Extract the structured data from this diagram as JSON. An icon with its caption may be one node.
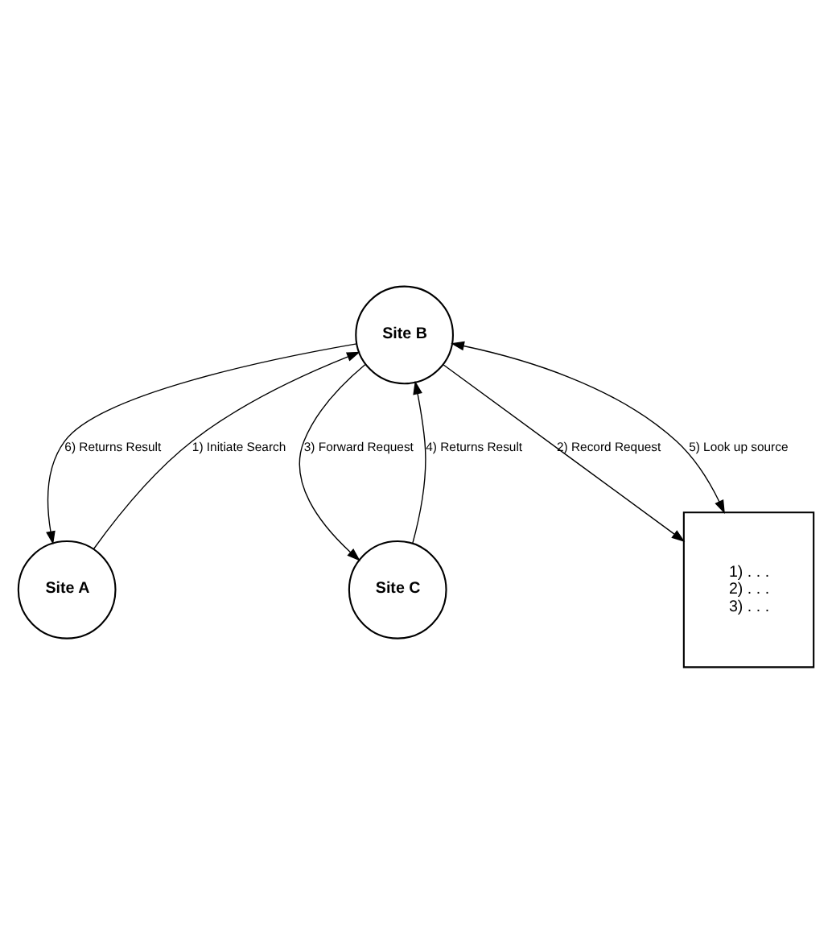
{
  "diagram": {
    "nodes": [
      {
        "text": [
          "Site B"
        ]
      },
      {
        "text": [
          "Site A"
        ]
      },
      {
        "text": [
          "Site C"
        ]
      },
      {
        "text": [
          "1) . . .",
          "2) . . .",
          "3) . . ."
        ]
      }
    ],
    "edges": [
      {
        "from": 1,
        "to": 0,
        "arrow": "to",
        "label": "1) Initiate Search"
      },
      {
        "from": 0,
        "to": 3,
        "arrow": "to",
        "label": "2) Record Request"
      },
      {
        "from": 0,
        "to": 2,
        "arrow": "to",
        "label": "3) Forward Request"
      },
      {
        "from": 2,
        "to": 0,
        "arrow": "to",
        "label": "4) Returns Result"
      },
      {
        "from": 0,
        "to": 3,
        "arrow": "both",
        "label": "5) Look up source"
      },
      {
        "from": 0,
        "to": 1,
        "arrow": "to",
        "label": "6) Returns Result"
      }
    ]
  }
}
